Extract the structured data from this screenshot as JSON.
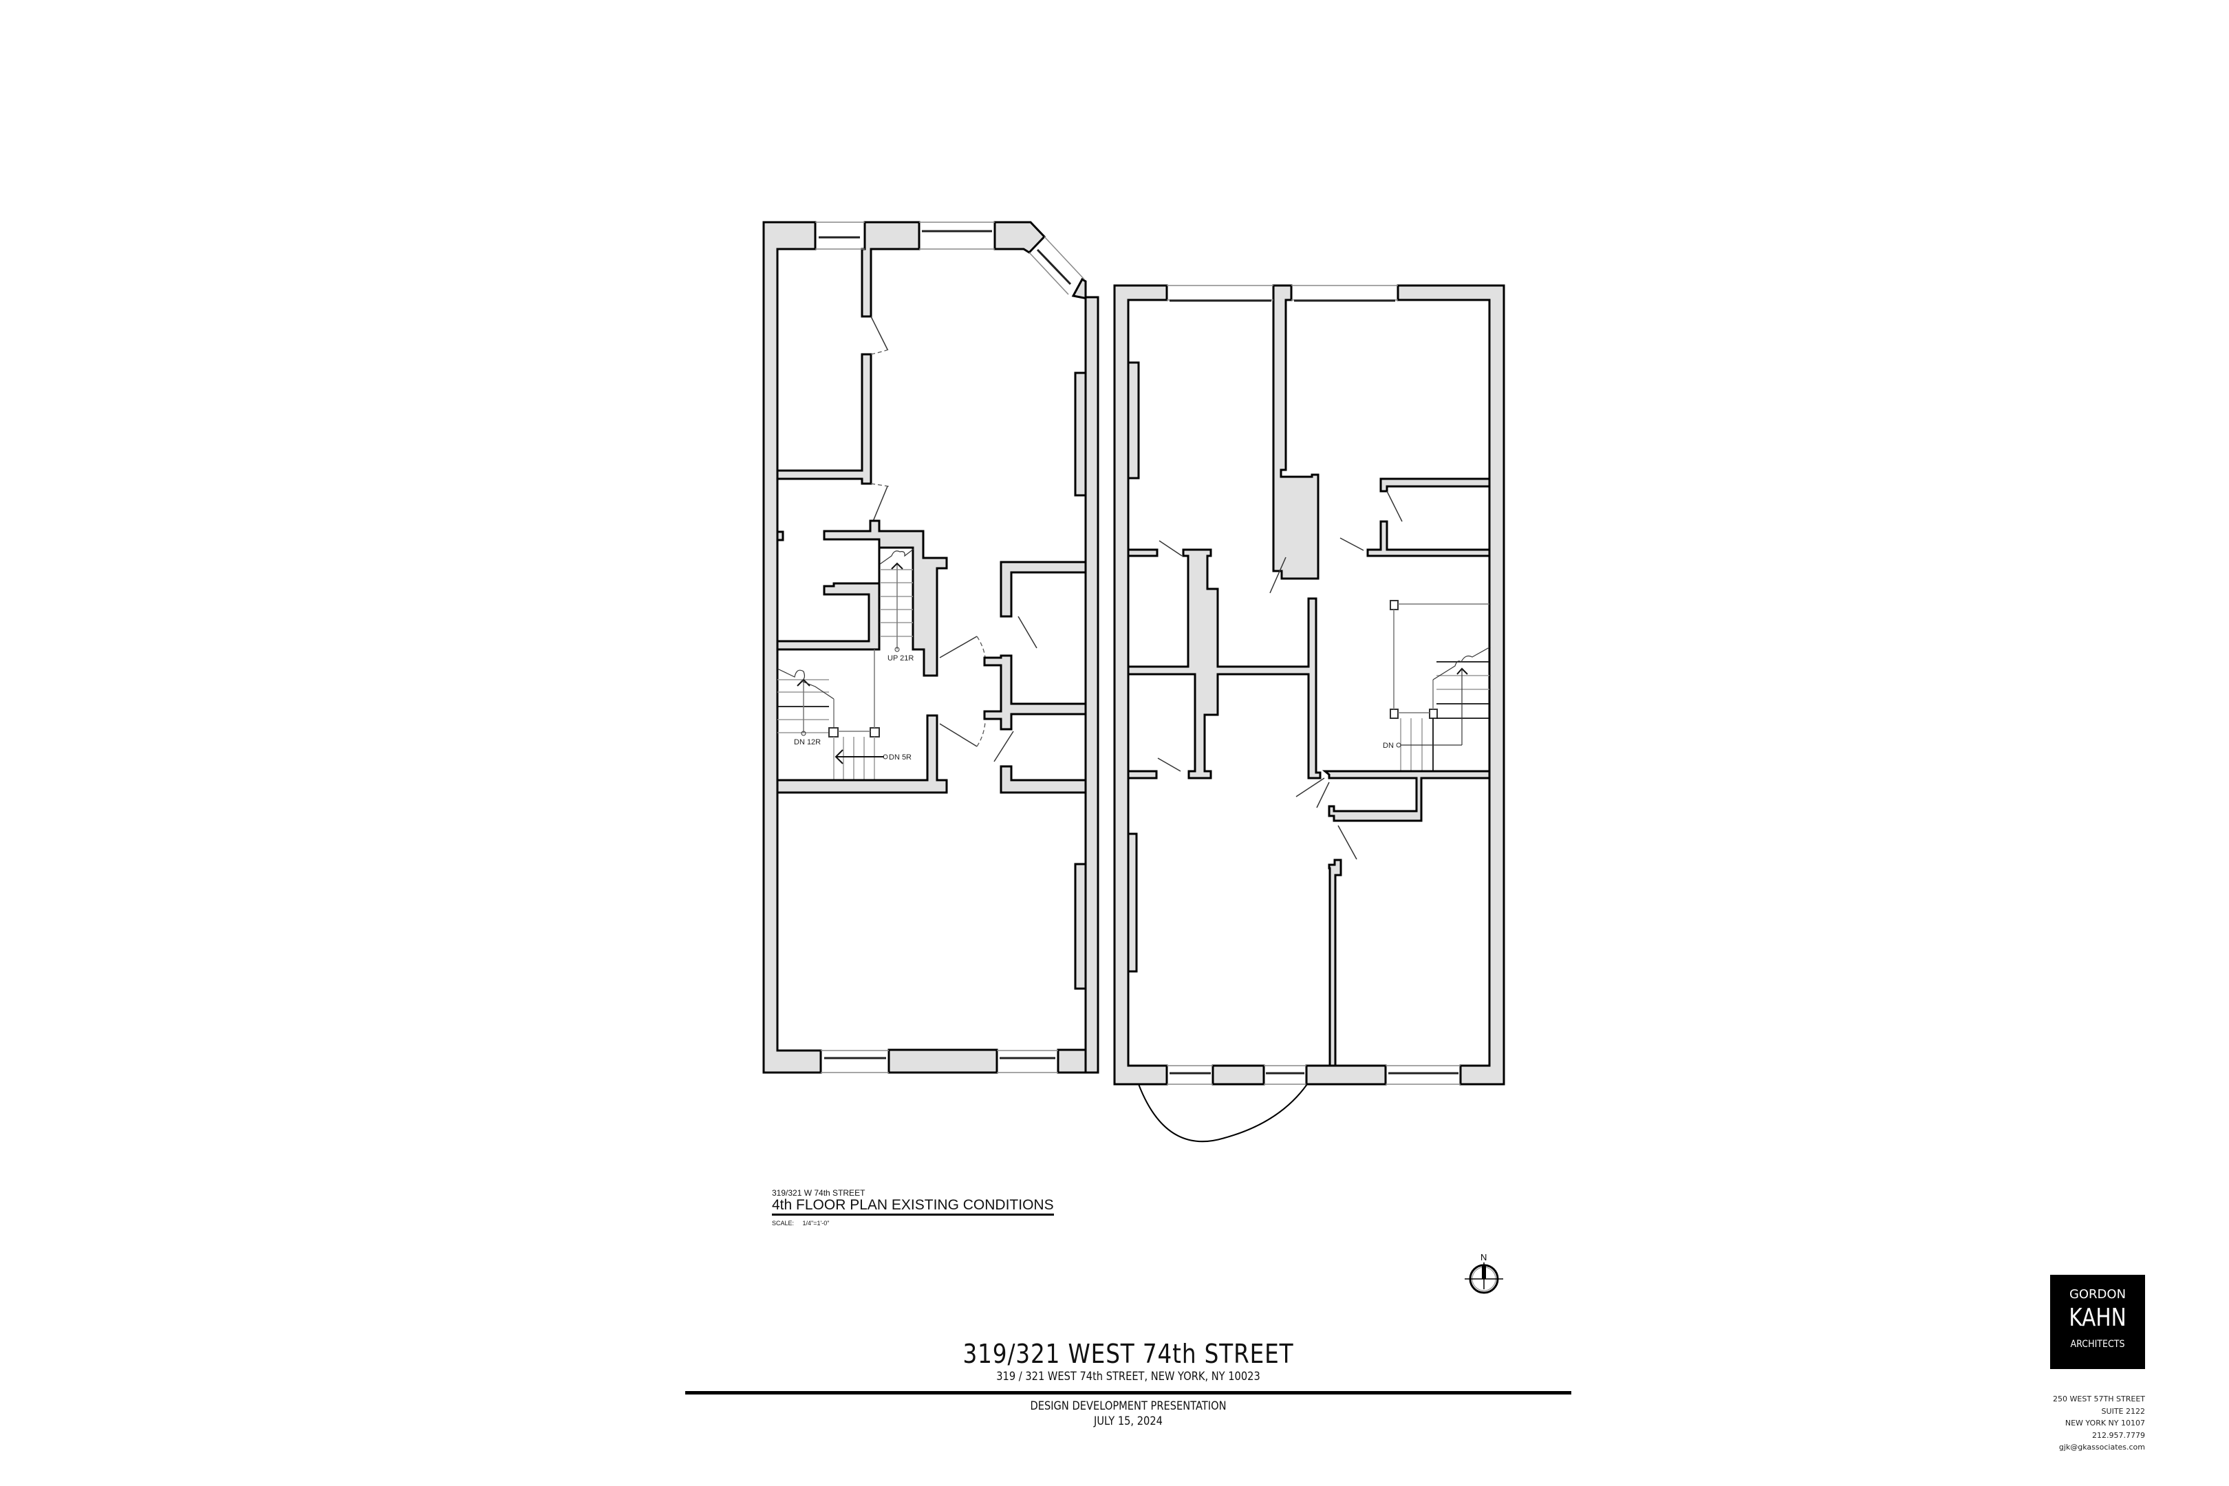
{
  "drawing": {
    "label_block": {
      "project_ref": "319/321 W 74th STREET",
      "title": "4th FLOOR PLAN EXISTING CONDITIONS",
      "scale_label": "SCALE:",
      "scale_value": "1/4\"=1'-0\""
    },
    "stair_labels": {
      "left_up": "UP 21R",
      "left_dn_main": "DN 12R",
      "left_dn_short": "DN 5R",
      "right_dn": "DN"
    },
    "north_arrow": {
      "label": "N"
    }
  },
  "title_block": {
    "project_name": "319/321 WEST 74th STREET",
    "address": "319 / 321 WEST 74th STREET, NEW YORK, NY 10023",
    "phase": "DESIGN DEVELOPMENT PRESENTATION",
    "date": "JULY 15, 2024"
  },
  "firm": {
    "logo_line1": "GORDON",
    "logo_line2": "KAHN",
    "logo_line3": "ARCHITECTS",
    "address_lines": [
      "250 WEST 57TH STREET",
      "SUITE 2122",
      "NEW YORK NY 10107",
      "212.957.7779",
      "gjk@gkassociates.com"
    ]
  },
  "colors": {
    "wall_fill": "#e1e1e1",
    "line": "#000000",
    "logo_bg": "#000000",
    "background": "#ffffff"
  }
}
